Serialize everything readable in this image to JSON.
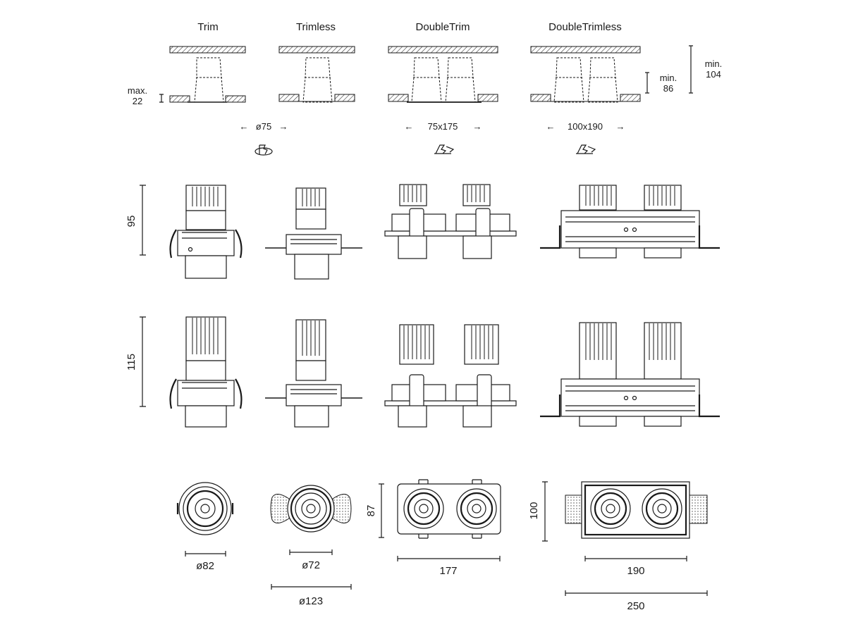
{
  "variants": {
    "trim": "Trim",
    "trimless": "Trimless",
    "double_trim": "DoubleTrim",
    "double_trimless": "DoubleTrimless"
  },
  "ceiling": {
    "max_label": "max.",
    "max_value": "22",
    "min_label": "min.",
    "min_value_1": "86",
    "min_value_2": "104"
  },
  "cutouts": {
    "round": "ø75",
    "double_trim": "75x175",
    "double_trimless": "100x190"
  },
  "heights": {
    "short": "95",
    "tall": "115"
  },
  "plan": {
    "trim_diameter": "ø82",
    "trimless_inner": "ø72",
    "trimless_outer": "ø123",
    "double_trim_height": "87",
    "double_trim_width": "177",
    "double_trimless_height": "100",
    "double_trimless_inner_width": "190",
    "double_trimless_outer_width": "250"
  },
  "icons": [
    "rotate-tilt-icon",
    "tilt-icon",
    "tilt-icon"
  ]
}
